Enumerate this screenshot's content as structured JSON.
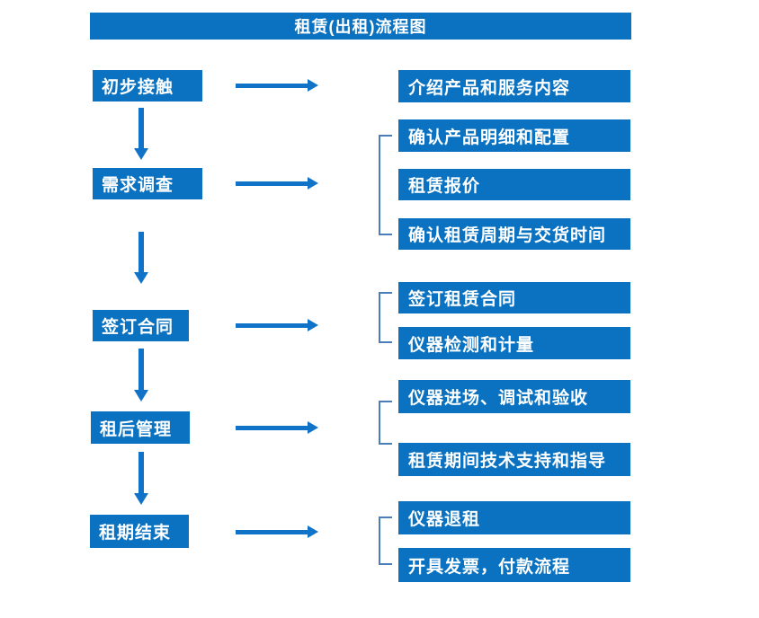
{
  "title": "租赁(出租)流程图",
  "colors": {
    "box_blue": "#0a72c0",
    "arrow_blue": "#1173c8",
    "bracket_blue": "#4a7ebb",
    "text": "#ffffff",
    "background": "#ffffff"
  },
  "flow": {
    "steps": [
      {
        "label": "初步接触",
        "details": [
          "介绍产品和服务内容"
        ]
      },
      {
        "label": "需求调查",
        "details": [
          "确认产品明细和配置",
          "租赁报价",
          "确认租赁周期与交货时间"
        ]
      },
      {
        "label": "签订合同",
        "details": [
          "签订租赁合同",
          "仪器检测和计量"
        ]
      },
      {
        "label": "租后管理",
        "details": [
          "仪器进场、调试和验收",
          "租赁期间技术支持和指导"
        ]
      },
      {
        "label": "租期结束",
        "details": [
          "仪器退租",
          "开具发票，付款流程"
        ]
      }
    ]
  }
}
